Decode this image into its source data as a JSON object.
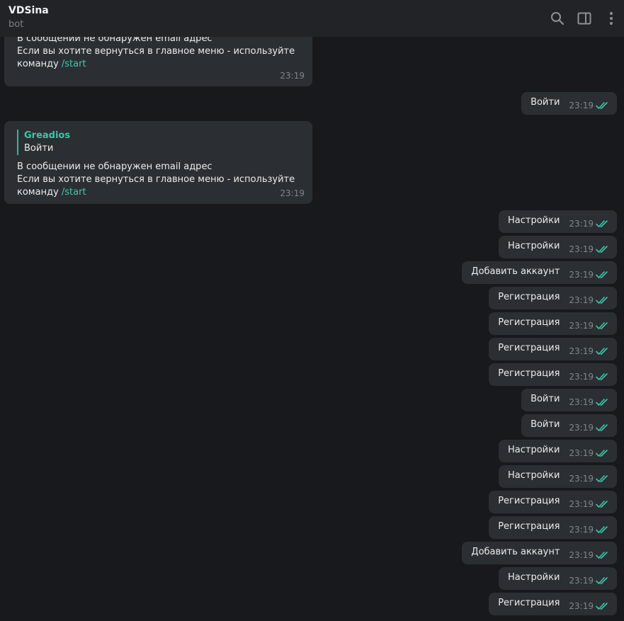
{
  "header": {
    "title": "VDSina",
    "subtitle": "bot",
    "icons": [
      "search-icon",
      "sidebar-toggle-icon",
      "more-vertical-icon"
    ]
  },
  "colors": {
    "background": "#18191d",
    "header": "#212327",
    "bubble": "#2b2f33",
    "accent": "#37c7a9",
    "time": "#7f868b"
  },
  "incoming": [
    {
      "reply_name": "",
      "reply_text": "",
      "line1": "В сообщении не обнаружен email адрес",
      "line2": "Если вы хотите вернуться в главное меню - используйте",
      "line3_prefix": "команду ",
      "command": "/start",
      "time": "23:19"
    },
    {
      "reply_name": "Greadios",
      "reply_text": "Войти",
      "line1": "В сообщении не обнаружен email адрес",
      "line2": "Если вы хотите вернуться в главное меню - используйте",
      "line3_prefix": "команду ",
      "command": "/start",
      "time": "23:19"
    }
  ],
  "outgoing": [
    {
      "text": "Войти",
      "time": "23:19"
    },
    {
      "text": "Настройки",
      "time": "23:19"
    },
    {
      "text": "Настройки",
      "time": "23:19"
    },
    {
      "text": "Добавить аккаунт",
      "time": "23:19"
    },
    {
      "text": "Регистрация",
      "time": "23:19"
    },
    {
      "text": "Регистрация",
      "time": "23:19"
    },
    {
      "text": "Регистрация",
      "time": "23:19"
    },
    {
      "text": "Регистрация",
      "time": "23:19"
    },
    {
      "text": "Войти",
      "time": "23:19"
    },
    {
      "text": "Войти",
      "time": "23:19"
    },
    {
      "text": "Настройки",
      "time": "23:19"
    },
    {
      "text": "Настройки",
      "time": "23:19"
    },
    {
      "text": "Регистрация",
      "time": "23:19"
    },
    {
      "text": "Регистрация",
      "time": "23:19"
    },
    {
      "text": "Добавить аккаунт",
      "time": "23:19"
    },
    {
      "text": "Настройки",
      "time": "23:19"
    },
    {
      "text": "Регистрация",
      "time": "23:19"
    }
  ]
}
